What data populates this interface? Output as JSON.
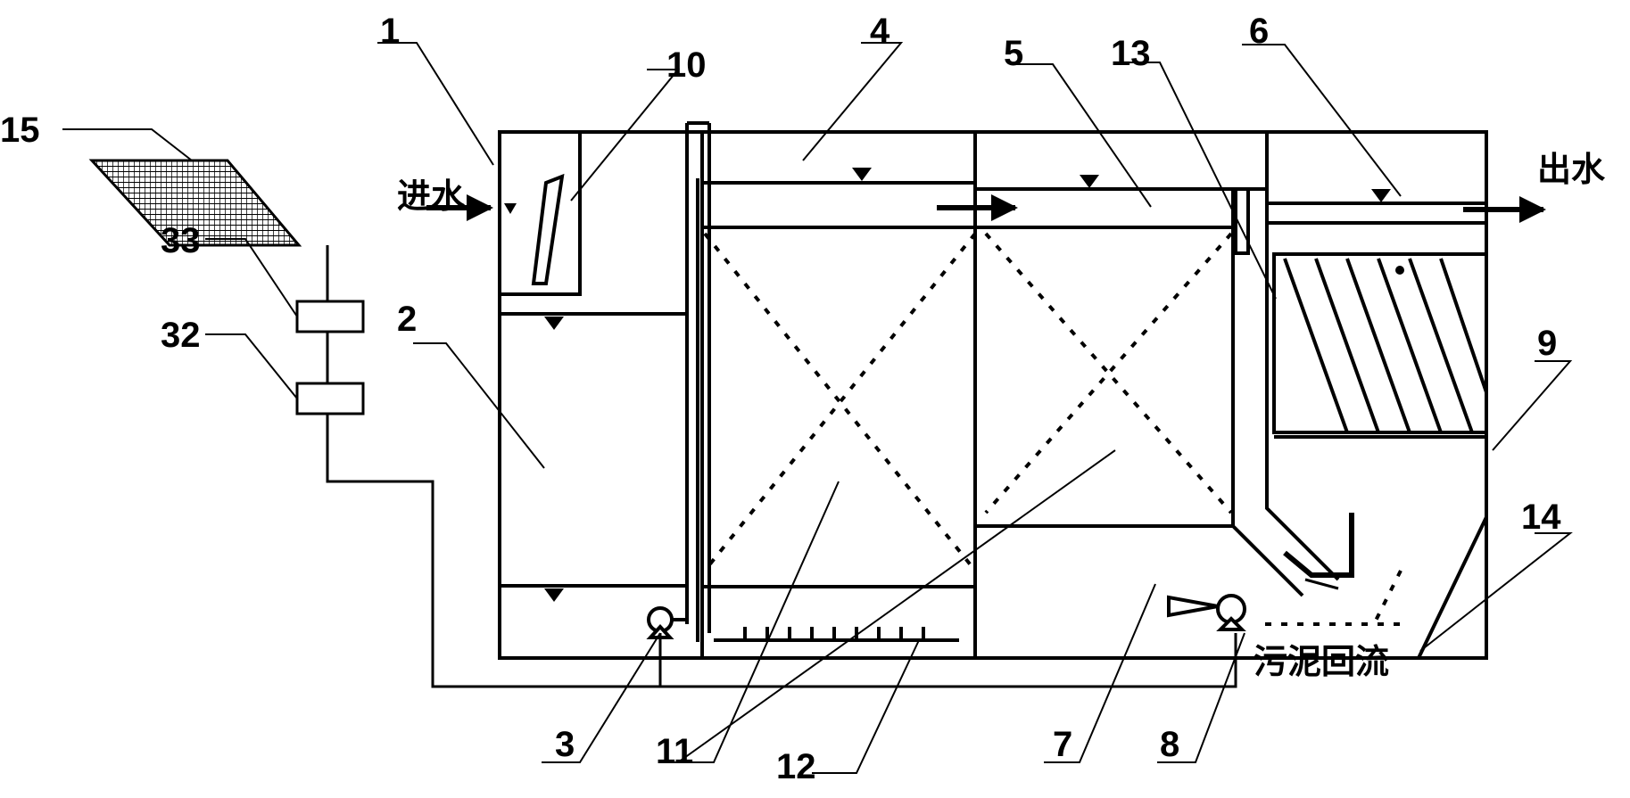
{
  "labels": {
    "n1": "1",
    "n2": "2",
    "n3": "3",
    "n4": "4",
    "n5": "5",
    "n6": "6",
    "n7": "7",
    "n8": "8",
    "n9": "9",
    "n10": "10",
    "n11": "11",
    "n12": "12",
    "n13": "13",
    "n14": "14",
    "n15": "15",
    "n32": "32",
    "n33": "33"
  },
  "text": {
    "inlet": "进水",
    "outlet": "出水",
    "sludge_return": "污泥回流"
  }
}
